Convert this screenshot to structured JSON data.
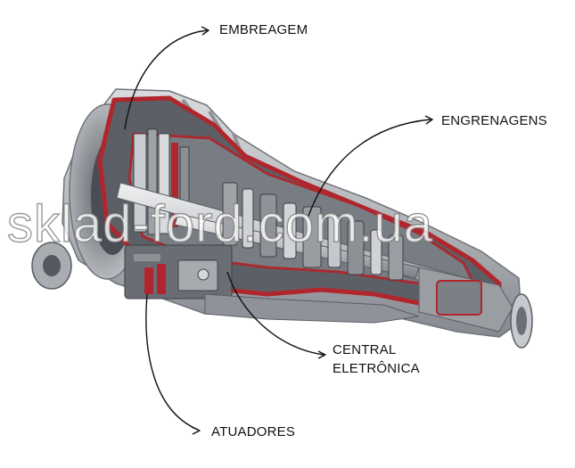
{
  "diagram": {
    "labels": {
      "clutch": "EMBREAGEM",
      "gears": "ENGRENAGENS",
      "ecu_line1": "CENTRAL",
      "ecu_line2": "ELETRÔNICA",
      "actuators": "ATUADORES"
    },
    "watermark": "sklad-ford.com.ua",
    "colors": {
      "housing": "#b9bcc0",
      "housing_dark": "#7d8187",
      "cutaway_red": "#b0262c",
      "shaft": "#d8d9dc",
      "gear_dark": "#3d4045",
      "arrow": "#111111"
    }
  }
}
